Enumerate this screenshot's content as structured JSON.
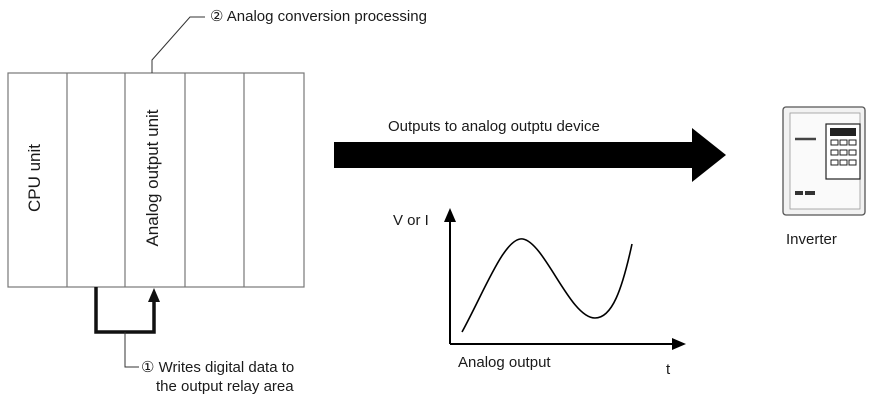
{
  "plc": {
    "cpu_unit_label": "CPU unit",
    "analog_unit_label": "Analog output unit"
  },
  "callouts": {
    "step2": "② Analog conversion processing",
    "step1_line1": "① Writes digital data to",
    "step1_line2": "the output relay area"
  },
  "flow_arrow_label": "Outputs to analog outptu device",
  "graph": {
    "y_axis_label": "V or I",
    "x_axis_label": "t",
    "caption": "Analog output"
  },
  "device": {
    "label": "Inverter",
    "icon": "inverter-icon"
  }
}
